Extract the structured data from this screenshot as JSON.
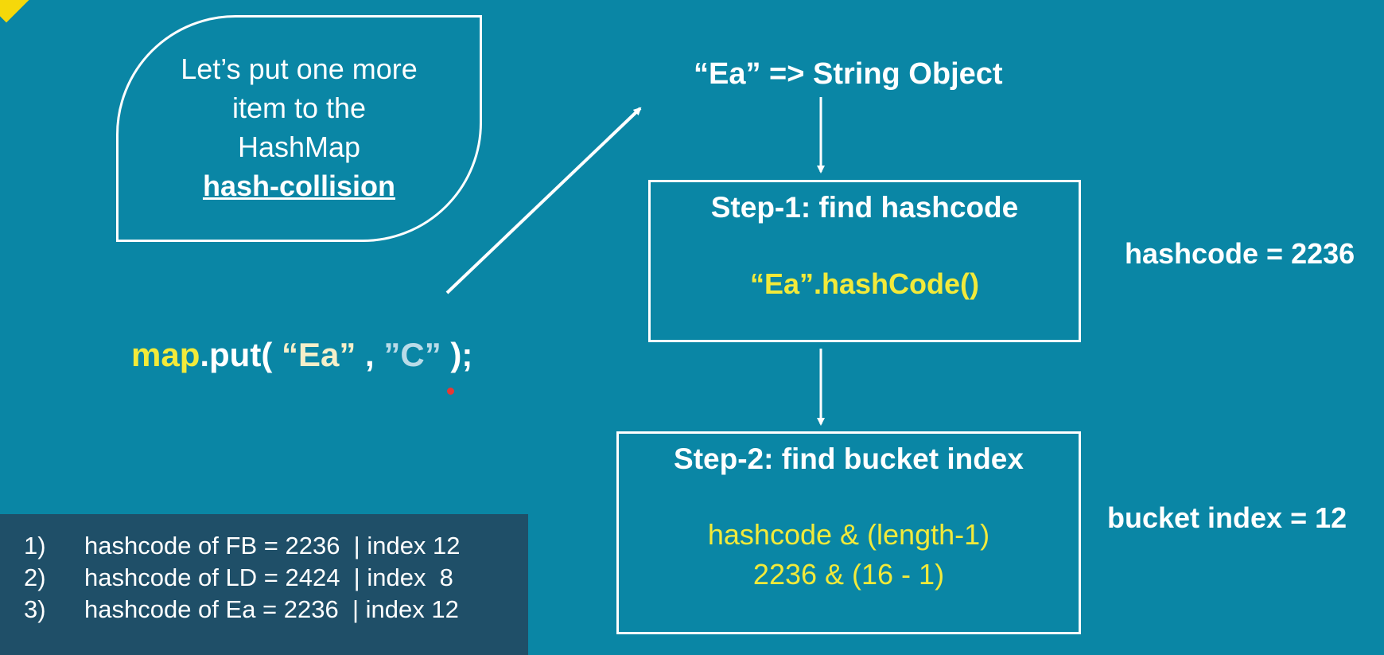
{
  "callout": {
    "line1": "Let’s put one more",
    "line2": "item to the",
    "line3": "HashMap",
    "emphasis": "hash-collision"
  },
  "code": {
    "map": "map",
    "put": ".put( ",
    "key": "“Ea”",
    "sep": " , ",
    "value": "”C”",
    "end": " );"
  },
  "title": "“Ea” => String Object",
  "step1": {
    "title": "Step-1: find hashcode",
    "code": "“Ea”.hashCode()"
  },
  "step2": {
    "title": "Step-2: find bucket index",
    "line1": "hashcode & (length-1)",
    "line2": "2236  &  (16 - 1)"
  },
  "results": {
    "hashcode": "hashcode = 2236",
    "bucket_index": "bucket index = 12"
  },
  "notes": [
    {
      "num": "1)",
      "text": "hashcode of FB = 2236  | index 12"
    },
    {
      "num": "2)",
      "text": "hashcode of LD = 2424  | index  8"
    },
    {
      "num": "3)",
      "text": "hashcode of Ea = 2236  | index 12"
    }
  ],
  "colors": {
    "background": "#0a86a5",
    "highlight": "#f2ea3a",
    "panel": "#1f4f68",
    "corner": "#f5d80a"
  }
}
